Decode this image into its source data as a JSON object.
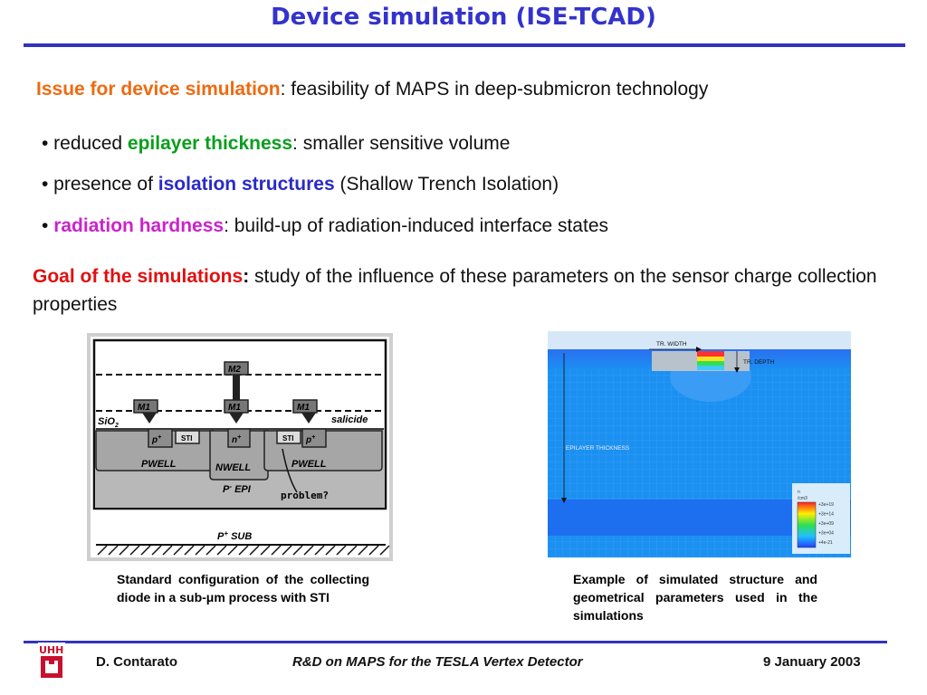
{
  "slide": {
    "title": "Device simulation (ISE-TCAD)",
    "issue": {
      "label": "Issue for device simulation",
      "text": ": feasibility of MAPS in deep-submicron technology"
    },
    "bullets": [
      {
        "prefix": "• reduced ",
        "key": "epilayer thickness",
        "rest": ": smaller sensitive volume"
      },
      {
        "prefix": "• presence of ",
        "key": "isolation structures",
        "rest": " (Shallow Trench Isolation)"
      },
      {
        "prefix": "• ",
        "key": "radiation hardness",
        "rest": ": build-up of radiation-induced interface states"
      }
    ],
    "goal": {
      "label": "Goal of the simulations",
      "colon": ":",
      "text": " study of the influence of these parameters on the sensor charge collection properties"
    }
  },
  "left_figure": {
    "labels": {
      "m2": "M2",
      "m1": "M1",
      "sio2": "SiO",
      "sio2_sub": "2",
      "silicide": "salicide",
      "p_plus": "p",
      "n_plus": "n",
      "plus": "+",
      "sti": "STI",
      "pwell": "PWELL",
      "nwell": "NWELL",
      "epi": "P",
      "epi_sup": "-",
      "epi_text": " EPI",
      "problem": "problem?",
      "sub": "P",
      "sub_sup": "+",
      "sub_text": " SUB"
    },
    "caption": "Standard configuration of the collecting diode in a sub-μm process with STI"
  },
  "right_figure": {
    "labels": {
      "tr_width": "TR. WIDTH",
      "tr_depth": "TR. DEPTH",
      "epilayer": "EPILAYER THICKNESS",
      "legend_unit_a": "n",
      "legend_unit_b": "/cm3"
    },
    "legend": [
      "+3e+19",
      "+3e+14",
      "+3e+09",
      "+3e+04",
      "+4e-21"
    ],
    "caption": "Example of simulated structure and geometrical parameters used in the simulations"
  },
  "footer": {
    "logo": "UHH",
    "author": "D. Contarato",
    "talk": "R&D on MAPS for the TESLA Vertex Detector",
    "date": "9 January 2003"
  },
  "colors": {
    "title": "#3333cc",
    "orange": "#ee6a10",
    "green": "#0a9e1e",
    "blue": "#2a2ac8",
    "magenta": "#cc22cc",
    "red": "#e01010",
    "logo": "#c8102e"
  }
}
